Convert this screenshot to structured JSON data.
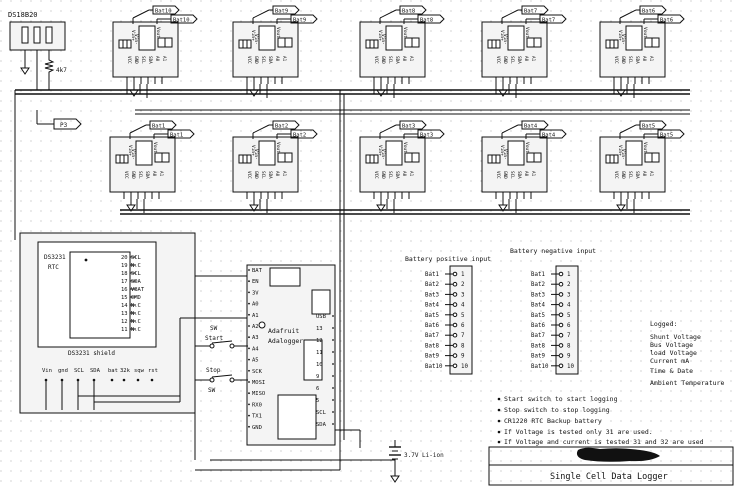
{
  "ds18b20": {
    "label": "DS18B20",
    "resistor": "4k7",
    "port": "P3"
  },
  "ina_modules": {
    "pins_left": [
      "Vin-",
      "Vin+"
    ],
    "pin_right": "Vout",
    "pins_bottom": [
      "VCC",
      "GND",
      "SCL",
      "SDA",
      "A0",
      "A1"
    ],
    "top_row": [
      {
        "net_a": "Bat10",
        "net_b": "Bat10"
      },
      {
        "net_a": "Bat9",
        "net_b": "Bat9"
      },
      {
        "net_a": "Bat8",
        "net_b": "Bat8"
      },
      {
        "net_a": "Bat7",
        "net_b": "Bat7"
      },
      {
        "net_a": "Bat6",
        "net_b": "Bat6"
      }
    ],
    "bottom_row": [
      {
        "net_a": "Bat1",
        "net_b": "Bat1"
      },
      {
        "net_a": "Bat2",
        "net_b": "Bat2"
      },
      {
        "net_a": "Bat3",
        "net_b": "Bat3"
      },
      {
        "net_a": "Bat4",
        "net_b": "Bat4"
      },
      {
        "net_a": "Bat5",
        "net_b": "Bat5"
      }
    ]
  },
  "rtc": {
    "chip": "DS3231",
    "sub": "RTC",
    "pins": [
      "20 SCL",
      "19 N.C",
      "18 SCL",
      "17 SDA",
      "16 VBAT",
      "15 CMD",
      "14 N.C",
      "13 N.C",
      "12 N.C",
      "11 N.C"
    ],
    "shield_label": "DS3231 shield",
    "bottom_pins": [
      "Vin",
      "gnd",
      "SCL",
      "SDA",
      "bat",
      "32k",
      "sqw",
      "rst"
    ]
  },
  "adalogger": {
    "name_line1": "Adafruit",
    "name_line2": "Adalogger",
    "left_pins": [
      "BAT",
      "EN",
      "3V",
      "A0",
      "A1",
      "A2",
      "A3",
      "A4",
      "A5",
      "SCK",
      "MOSI",
      "MISO",
      "RX0",
      "TX1",
      "GND"
    ],
    "right_pins": [
      "USB",
      "13",
      "12",
      "11",
      "10",
      "9",
      "6",
      "5",
      "SCL",
      "SDA"
    ],
    "battery_label": "3.7V Li-ion"
  },
  "switches": {
    "start": "Start",
    "stop": "Stop",
    "sw1": "SW",
    "sw2": "SW"
  },
  "pos_header": {
    "title": "Battery positive input",
    "labels": [
      "Bat1",
      "Bat2",
      "Bat3",
      "Bat4",
      "Bat5",
      "Bat6",
      "Bat7",
      "Bat8",
      "Bat9",
      "Bat10"
    ],
    "pins": [
      "1",
      "2",
      "3",
      "4",
      "5",
      "6",
      "7",
      "8",
      "9",
      "10"
    ]
  },
  "neg_header": {
    "title": "Battery negative input",
    "labels": [
      "Bat1",
      "Bat2",
      "Bat3",
      "Bat4",
      "Bat5",
      "Bat6",
      "Bat7",
      "Bat8",
      "Bat9",
      "Bat10"
    ],
    "pins": [
      "1",
      "2",
      "3",
      "4",
      "5",
      "6",
      "7",
      "8",
      "9",
      "10"
    ]
  },
  "logged": {
    "title": "Logged:",
    "items": [
      "Shunt Voltage",
      "Bus Voltage",
      "load Voltage",
      "Current mA",
      "Time & Date",
      "Ambient Temperature"
    ]
  },
  "notes": [
    "Start switch to start logging",
    "Stop switch to stop logging",
    "CR1220 RTC Backup battery",
    "If Voltage is tested only 31 are used.",
    "If Voltage and current is tested 31 and 32 are used"
  ],
  "title_block": {
    "title": "Single Cell Data Logger"
  }
}
